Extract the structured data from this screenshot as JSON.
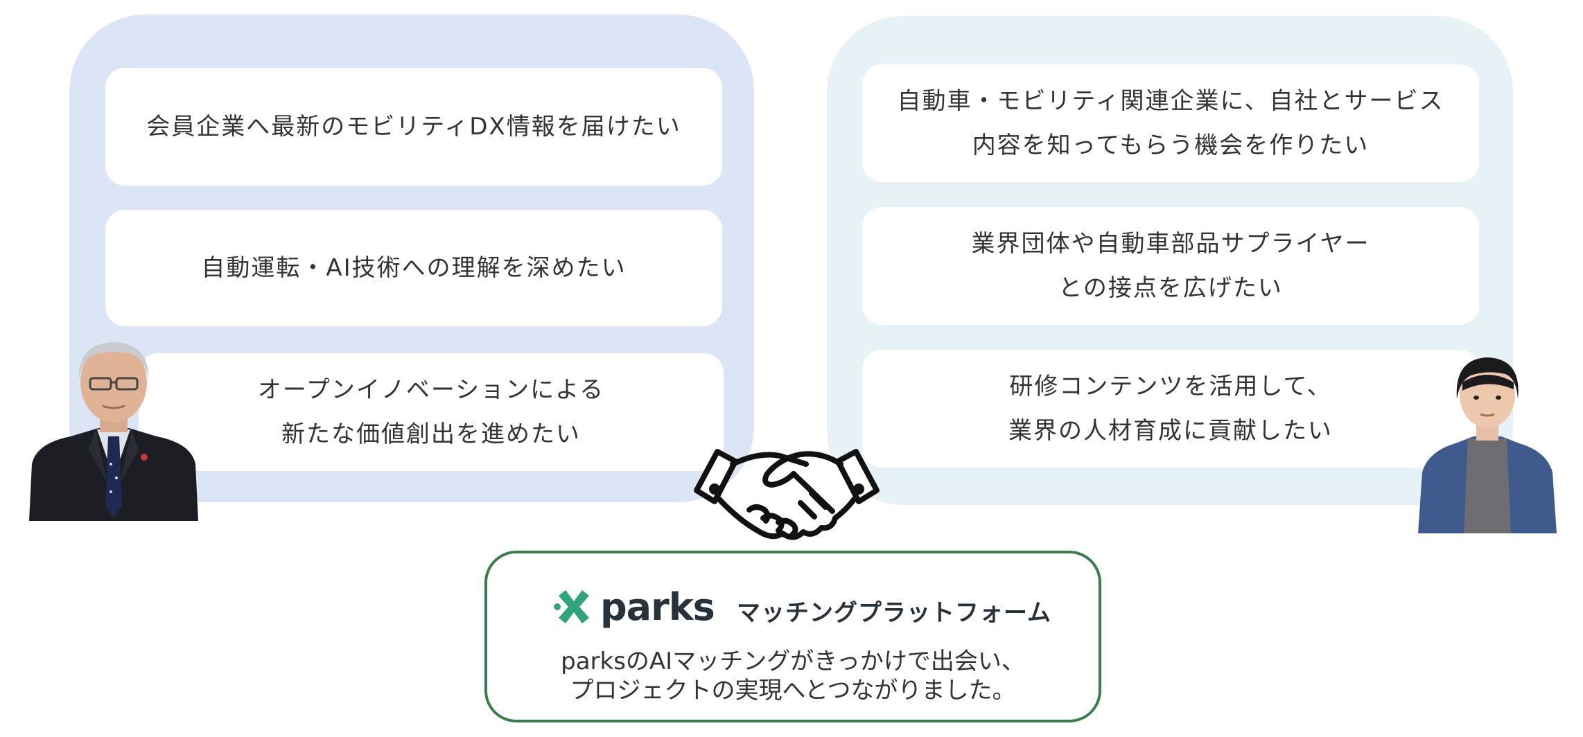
{
  "colors": {
    "left_panel": "#dbe5f5",
    "right_panel": "#e7f2f7",
    "card": "#ffffff",
    "text": "#333333",
    "brand_green": "#3b7d4a",
    "logo_teal": "#2fa37a",
    "logo_dark": "#27323a"
  },
  "left": {
    "cards": [
      {
        "lines": [
          "会員企業へ最新のモビリティDX情報を届けたい"
        ]
      },
      {
        "lines": [
          "自動運転・AI技術への理解を深めたい"
        ]
      },
      {
        "lines": [
          "オープンイノベーションによる",
          "新たな価値創出を進めたい"
        ]
      }
    ],
    "avatar_icon": "person-suit-photo"
  },
  "right": {
    "cards": [
      {
        "lines": [
          "自動車・モビリティ関連企業に、自社とサービス",
          "内容を知ってもらう機会を作りたい"
        ]
      },
      {
        "lines": [
          "業界団体や自動車部品サプライヤー",
          "との接点を広げたい"
        ]
      },
      {
        "lines": [
          "研修コンテンツを活用して、",
          "業界の人材育成に貢献したい"
        ]
      }
    ],
    "avatar_icon": "person-jacket-photo"
  },
  "center": {
    "icon": "handshake-icon"
  },
  "platform": {
    "logo_text": "parks",
    "title": "マッチングプラットフォーム",
    "desc_lines": [
      "parksのAIマッチングがきっかけで出会い、",
      "プロジェクトの実現へとつながりました。"
    ]
  }
}
